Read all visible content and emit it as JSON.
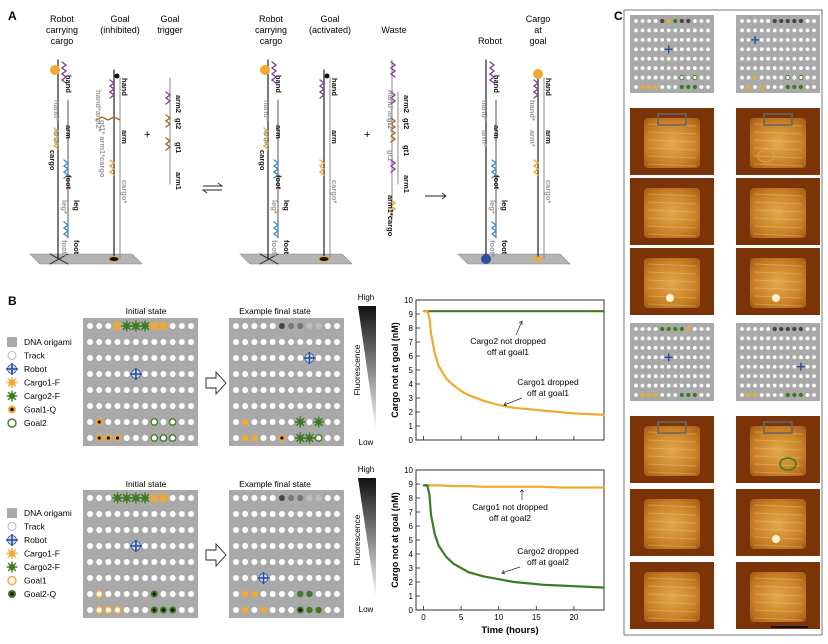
{
  "panels": {
    "a": "A",
    "b": "B",
    "c": "C"
  },
  "colors": {
    "cargo1": "#f2a932",
    "cargo2": "#3d7a22",
    "track": "#ffffff",
    "origami": "#a9a9a9",
    "robot": "#2a4f9e",
    "leg": "#3b8fd0",
    "arm": "#8c3b9e",
    "goal_trigger": "#a8652c",
    "afm_dark": "#7a3408",
    "afm_light": "#d89a3a"
  },
  "panelA": {
    "states": [
      {
        "titles": [
          "Robot",
          "carrying",
          "cargo"
        ]
      },
      {
        "titles": [
          "Goal",
          "(inhibited)"
        ]
      },
      {
        "titles": [
          "Goal",
          "trigger"
        ]
      },
      {
        "titles": [
          "Robot",
          "carrying",
          "cargo"
        ]
      },
      {
        "titles": [
          "Goal",
          "(activated)"
        ]
      },
      {
        "titles": [
          "Waste"
        ]
      },
      {
        "titles": [
          "Robot"
        ]
      },
      {
        "titles": [
          "Cargo",
          "at",
          "goal"
        ]
      }
    ],
    "plus": "+",
    "strand_labels": {
      "hand": "hand",
      "hand_star": "hand*",
      "arm": "arm",
      "arm_star": "arm*",
      "cargo": "cargo",
      "cargo_star": "cargo*",
      "foot": "foot",
      "foot_star": "foot*",
      "leg": "leg",
      "leg_star": "leg*",
      "arm2": "arm2",
      "gt2": "gt2",
      "gt1": "gt1",
      "arm1": "arm1",
      "gt1_star": "gt1*",
      "gt2_star": "gt2*",
      "arm1_star": "arm1*",
      "hand_arm2_star": "hand*arm2*",
      "arm1_star_cargo": "arm1*cargo",
      "gt1_star_arm1_star_cargo": "gt1* arm1*cargo"
    }
  },
  "panelB": {
    "legend1": [
      "DNA origami",
      "Track",
      "Robot",
      "Cargo1-F",
      "Cargo2-F",
      "Goal1-Q",
      "Goal2"
    ],
    "legend2": [
      "DNA origami",
      "Track",
      "Robot",
      "Cargo1-F",
      "Cargo2-F",
      "Goal1",
      "Goal2-Q"
    ],
    "initial_state": "Initial state",
    "final_state": "Example final state",
    "fluorescence": "Fluorescence",
    "high": "High",
    "low": "Low",
    "ylabel": "Cargo not at goal (nM)",
    "xlabel": "Time (hours)",
    "annotations1": {
      "flat": [
        "Cargo2 not dropped",
        "off at goal1"
      ],
      "decay": [
        "Cargo1 dropped",
        "off at goal1"
      ]
    },
    "annotations2": {
      "flat": [
        "Cargo1 not dropped",
        "off at goal2"
      ],
      "decay": [
        "Cargo2 dropped",
        "off at goal2"
      ]
    }
  },
  "chart_data": [
    {
      "type": "line",
      "title": "",
      "xlabel": "Time (hours)",
      "ylabel": "Cargo not at goal (nM)",
      "xlim": [
        -1,
        24
      ],
      "ylim": [
        0,
        10
      ],
      "xticks": [
        0,
        5,
        10,
        15,
        20
      ],
      "yticks": [
        0,
        1,
        2,
        3,
        4,
        5,
        6,
        7,
        8,
        9,
        10
      ],
      "series": [
        {
          "name": "Cargo2",
          "color": "#3d7a22",
          "x": [
            0,
            0.5,
            1,
            2,
            4,
            6,
            8,
            10,
            12,
            14,
            16,
            18,
            20,
            22,
            24
          ],
          "y": [
            9.2,
            9.2,
            9.2,
            9.2,
            9.2,
            9.2,
            9.2,
            9.2,
            9.2,
            9.2,
            9.2,
            9.2,
            9.2,
            9.2,
            9.2
          ]
        },
        {
          "name": "Cargo1",
          "color": "#f2a932",
          "x": [
            0,
            0.5,
            0.8,
            1,
            1.5,
            2,
            3,
            4,
            5,
            6,
            8,
            10,
            12,
            14,
            16,
            18,
            20,
            22,
            24
          ],
          "y": [
            9.2,
            9.2,
            8.7,
            7.6,
            6.2,
            5.3,
            4.4,
            3.9,
            3.5,
            3.2,
            2.8,
            2.5,
            2.3,
            2.2,
            2.1,
            2.0,
            1.9,
            1.85,
            1.8
          ]
        }
      ]
    },
    {
      "type": "line",
      "title": "",
      "xlabel": "Time (hours)",
      "ylabel": "Cargo not at goal (nM)",
      "xlim": [
        -1,
        24
      ],
      "ylim": [
        0,
        10
      ],
      "xticks": [
        0,
        5,
        10,
        15,
        20
      ],
      "xticklabels": [
        "0",
        "5",
        "10",
        "15",
        "20"
      ],
      "yticks": [
        0,
        1,
        2,
        3,
        4,
        5,
        6,
        7,
        8,
        9,
        10
      ],
      "series": [
        {
          "name": "Cargo1",
          "color": "#f2a932",
          "x": [
            0,
            0.5,
            1,
            2,
            4,
            6,
            8,
            10,
            12,
            14,
            16,
            18,
            20,
            22,
            24
          ],
          "y": [
            8.9,
            8.9,
            8.9,
            8.9,
            8.85,
            8.85,
            8.8,
            8.8,
            8.8,
            8.8,
            8.8,
            8.75,
            8.75,
            8.75,
            8.75
          ]
        },
        {
          "name": "Cargo2",
          "color": "#3d7a22",
          "x": [
            0,
            0.5,
            0.8,
            1,
            1.5,
            2,
            3,
            4,
            5,
            6,
            8,
            10,
            12,
            14,
            16,
            18,
            20,
            22,
            24
          ],
          "y": [
            8.9,
            8.9,
            8.2,
            6.8,
            5.4,
            4.6,
            3.8,
            3.3,
            3.0,
            2.7,
            2.4,
            2.2,
            2.0,
            1.9,
            1.8,
            1.75,
            1.7,
            1.65,
            1.6
          ]
        }
      ]
    }
  ]
}
